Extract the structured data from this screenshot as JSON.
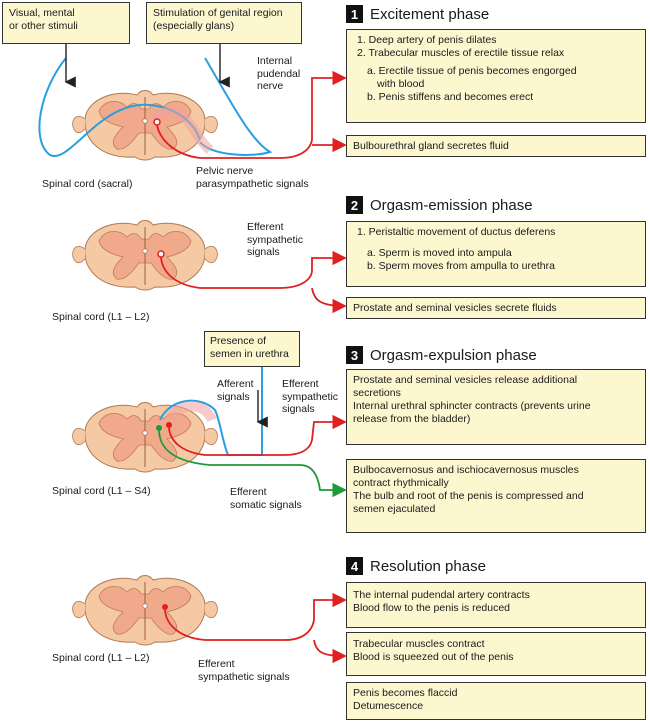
{
  "stimuli": {
    "visual": [
      "Visual, mental",
      "or other stimuli"
    ],
    "genital": [
      "Stimulation of genital region",
      "(especially glans)"
    ],
    "semen": [
      "Presence of",
      "semen in urethra"
    ]
  },
  "labels": {
    "internal_pudendal": [
      "Internal",
      "pudendal",
      "nerve"
    ],
    "pelvic_nerve": [
      "Pelvic nerve",
      "parasympathetic signals"
    ],
    "spinal_sacral": "Spinal cord (sacral)",
    "efferent_symp_2": [
      "Efferent",
      "sympathetic",
      "signals"
    ],
    "spinal_l1l2_a": "Spinal cord (L1 – L2)",
    "afferent": [
      "Afferent",
      "signals"
    ],
    "efferent_symp_3": [
      "Efferent",
      "sympathetic",
      "signals"
    ],
    "spinal_l1s4": "Spinal cord (L1 – S4)",
    "efferent_somatic": [
      "Efferent",
      "somatic signals"
    ],
    "spinal_l1l2_b": "Spinal cord (L1 – L2)",
    "efferent_symp_4": [
      "Efferent",
      "sympathetic signals"
    ]
  },
  "phases": [
    {
      "num": "1",
      "title": "Excitement phase"
    },
    {
      "num": "2",
      "title": "Orgasm-emission phase"
    },
    {
      "num": "3",
      "title": "Orgasm-expulsion phase"
    },
    {
      "num": "4",
      "title": "Resolution phase"
    }
  ],
  "boxes": {
    "p1_main": [
      "1.  Deep artery of penis dilates",
      "2.  Trabecular muscles of erectile tissue relax",
      "a.  Erectile tissue of penis becomes engorged",
      "with blood",
      "b.  Penis stiffens and becomes erect"
    ],
    "p1_gland": "Bulbourethral gland secretes fluid",
    "p2_main": [
      "1.  Peristaltic movement of ductus deferens",
      "a.  Sperm is moved into ampula",
      "b.  Sperm moves from ampulla to urethra"
    ],
    "p2_prostate": "Prostate and seminal vesicles secrete fluids",
    "p3_main": [
      "Prostate and seminal vesicles release additional",
      "secretions",
      "Internal urethral sphincter contracts (prevents urine",
      "release from the bladder)"
    ],
    "p3_muscles": [
      "Bulbocavernosus and ischiocavernosus muscles",
      "contract rhythmically",
      "The bulb and root of the penis is compressed and",
      "semen ejaculated"
    ],
    "p4_artery": [
      "The internal pudendal artery contracts",
      "Blood flow to the penis is reduced"
    ],
    "p4_trabecular": [
      "Trabecular muscles contract",
      "Blood is squeezed out of the penis"
    ],
    "p4_flaccid": [
      "Penis becomes flaccid",
      "Detumescence"
    ]
  },
  "colors": {
    "box_fill": "#fdf7d0",
    "cord_outer": "#f5c9a3",
    "cord_gray": "#f0a98a",
    "parasympathetic": "#e02020",
    "afferent": "#2a9fe0",
    "somatic": "#1f9a3a"
  }
}
